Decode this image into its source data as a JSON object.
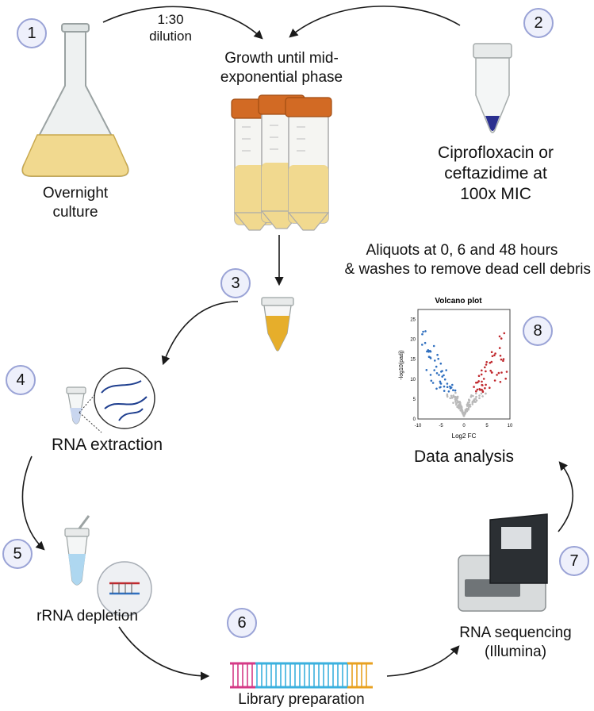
{
  "steps": {
    "s1": "1",
    "s2": "2",
    "s3": "3",
    "s4": "4",
    "s5": "5",
    "s6": "6",
    "s7": "7",
    "s8": "8"
  },
  "labels": {
    "dilution_line1": "1:30",
    "dilution_line2": "dilution",
    "growth_line1": "Growth until mid-",
    "growth_line2": "exponential phase",
    "overnight_line1": "Overnight",
    "overnight_line2": "culture",
    "antibiotic_line1": "Ciprofloxacin or",
    "antibiotic_line2": "ceftazidime at",
    "antibiotic_line3": "100x MIC",
    "aliquots_line1": "Aliquots at 0, 6 and 48 hours",
    "aliquots_line2": "& washes to remove dead cell debris",
    "rna_extraction": "RNA extraction",
    "rrna_depletion": "rRNA depletion",
    "library_preparation": "Library preparation",
    "sequencing_line1": "RNA sequencing",
    "sequencing_line2": "(Illumina)",
    "data_analysis": "Data analysis"
  },
  "volcano": {
    "title": "Volcano plot",
    "xlabel": "Log2 FC",
    "ylabel": "-log10(padj)",
    "x_ticks": [
      "-10",
      "-5",
      "0",
      "5",
      "10"
    ],
    "y_ticks": [
      "0",
      "5",
      "10",
      "15",
      "20",
      "25"
    ]
  },
  "colors": {
    "step_circle_fill": "#eef0fb",
    "step_circle_border": "#9aa3d6",
    "culture": "#f1d98f",
    "tube_cap": "#d26a24",
    "volcano_down": "#2f6fbf",
    "volcano_up": "#c0282d",
    "volcano_ns": "#b9b9b9"
  }
}
